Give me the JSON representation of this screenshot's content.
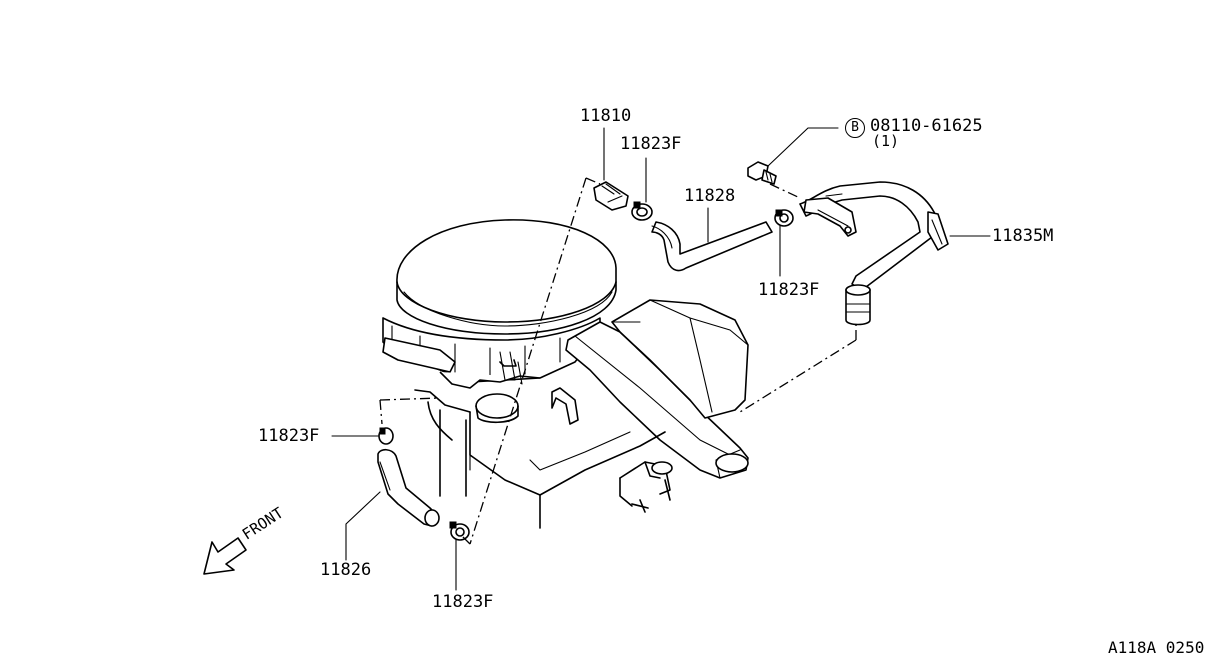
{
  "labels": {
    "p11810": "11810",
    "p11823F_top": "11823F",
    "p11828": "11828",
    "bolt_symbol": "B",
    "bolt_part": "08110-61625",
    "bolt_qty": "(1)",
    "p11835M": "11835M",
    "p11823F_right": "11823F",
    "p11823F_left": "11823F",
    "p11826": "11826",
    "p11823F_bottom": "11823F",
    "front": "FRONT",
    "figure_code": "A118A 0250"
  }
}
